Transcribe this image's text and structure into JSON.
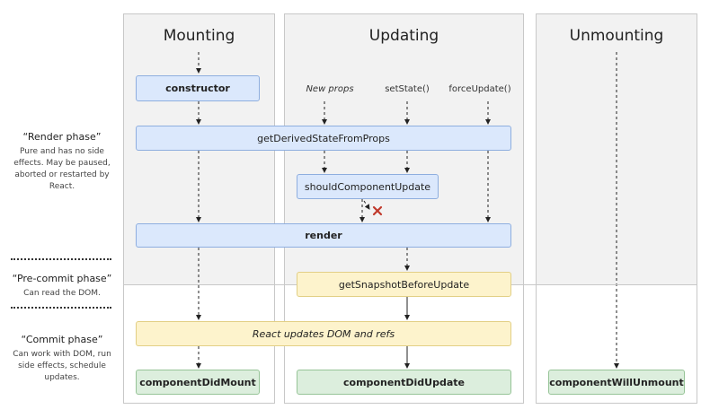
{
  "columns": {
    "mounting": "Mounting",
    "updating": "Updating",
    "unmounting": "Unmounting"
  },
  "triggers": {
    "new_props": "New props",
    "set_state": "setState()",
    "force_update": "forceUpdate()"
  },
  "methods": {
    "constructor": "constructor",
    "get_derived_state": "getDerivedStateFromProps",
    "should_update": "shouldComponentUpdate",
    "render": "render",
    "get_snapshot": "getSnapshotBeforeUpdate",
    "react_updates": "React updates DOM and refs",
    "did_mount": "componentDidMount",
    "did_update": "componentDidUpdate",
    "will_unmount": "componentWillUnmount"
  },
  "phases": {
    "render": {
      "title": "“Render phase”",
      "desc": "Pure and has no side effects. May be paused, aborted or restarted by React."
    },
    "precommit": {
      "title": "“Pre-commit phase”",
      "desc": "Can read the DOM."
    },
    "commit": {
      "title": "“Commit phase”",
      "desc": "Can work with DOM, run side effects, schedule updates."
    }
  },
  "colors": {
    "render_box": "#dbe8fc",
    "precommit_box": "#fdf3cc",
    "commit_box": "#dceedd",
    "skip_mark": "#c0392b"
  },
  "icons": {
    "skip": "cross-icon"
  }
}
